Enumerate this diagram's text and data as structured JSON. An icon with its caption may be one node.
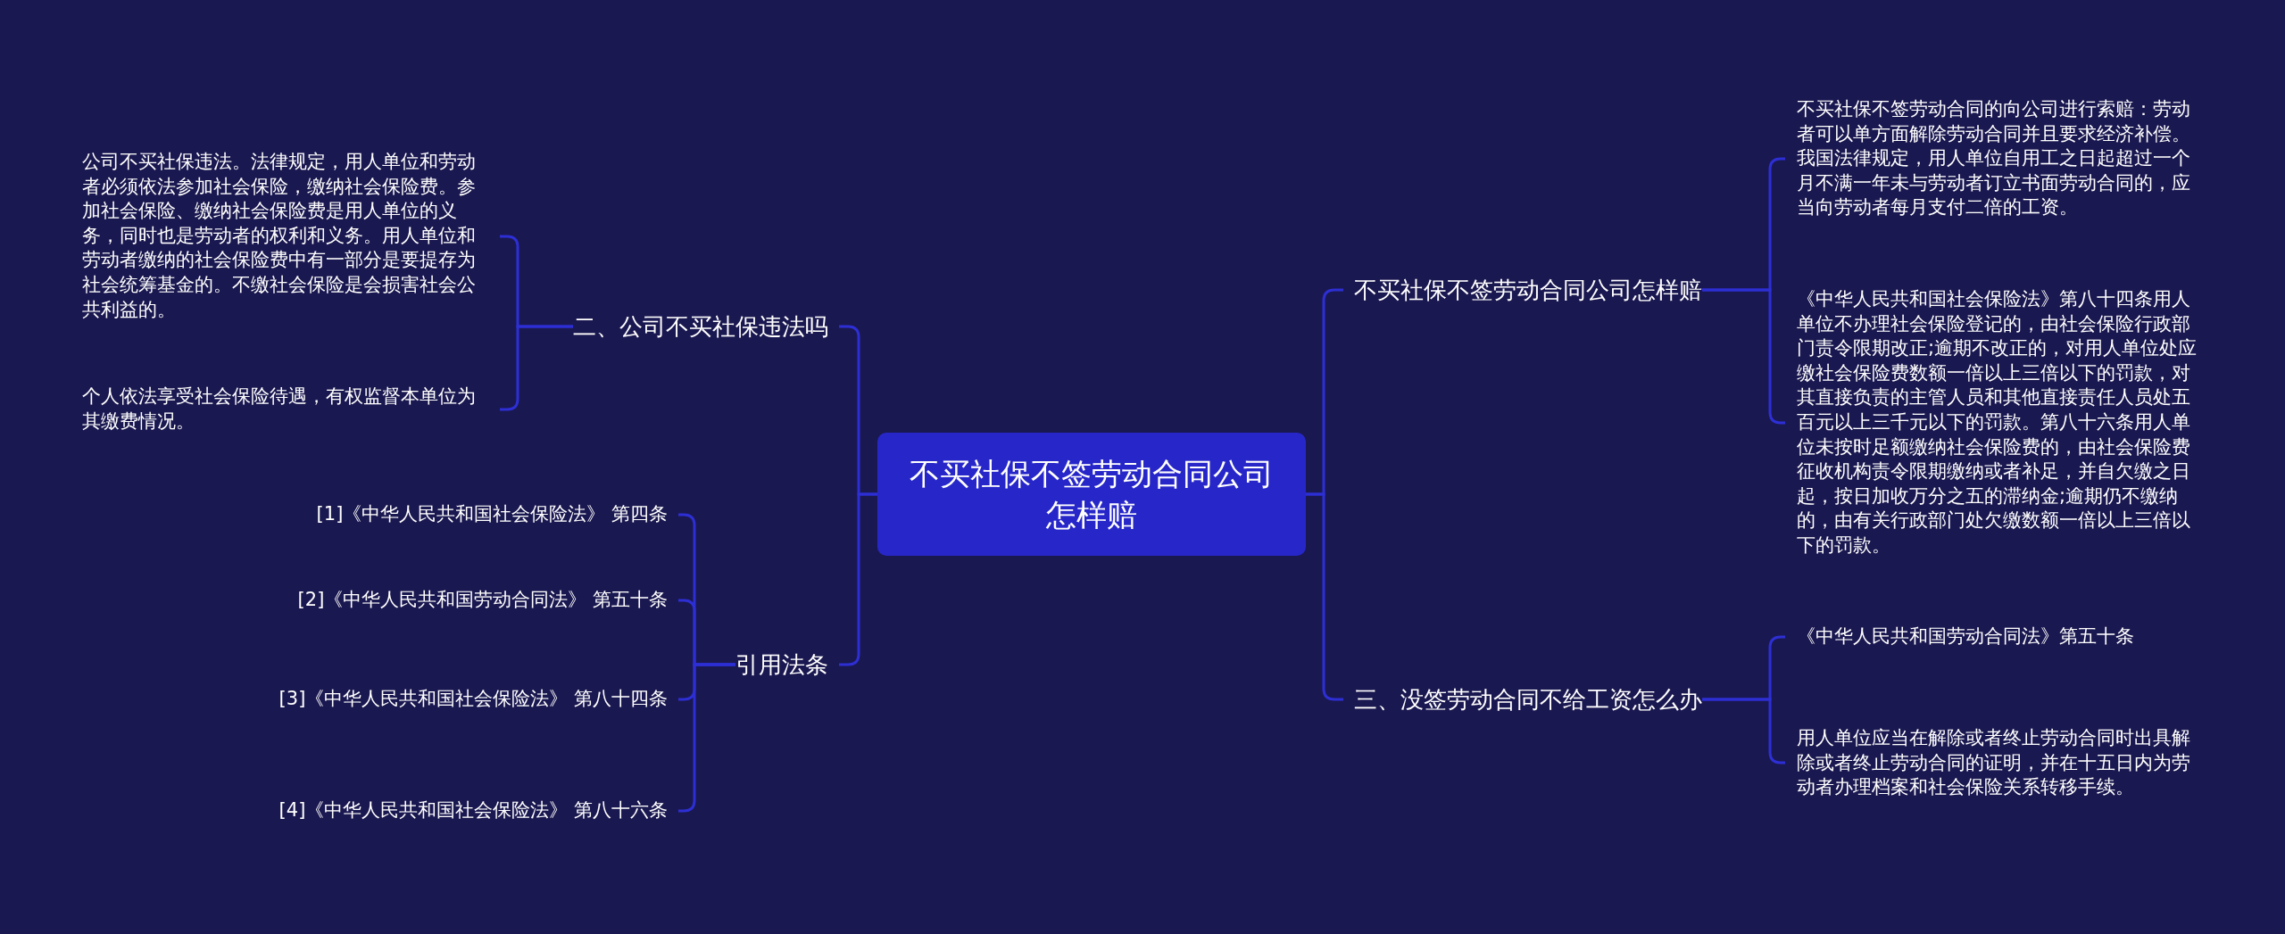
{
  "diagram": {
    "nodes": [
      {
        "text": [
          "不买社保不签劳动合同公司怎样赔"
        ]
      },
      {
        "text": [
          "不买社保不签劳动合同公司怎样赔"
        ]
      },
      {
        "text": [
          "三、没签劳动合同不给工资怎么办"
        ]
      },
      {
        "text": [
          "二、公司不买社保违法吗"
        ]
      },
      {
        "text": [
          "引用法条"
        ]
      },
      {
        "text": [
          "不买社保不签劳动合同的向公司进行索赔：劳动者可以单方面解除劳动合同并且要求经济补偿。我国法律规定，用人单位自用工之日起超过一个月不满一年未与劳动者订立书面劳动合同的，应当向劳动者每月支付二倍的工资。"
        ]
      },
      {
        "text": [
          "《中华人民共和国社会保险法》第八十四条用人单位不办理社会保险登记的，由社会保险行政部门责令限期改正;逾期不改正的，对用人单位处应缴社会保险费数额一倍以上三倍以下的罚款，对其直接负责的主管人员和其他直接责任人员处五百元以上三千元以下的罚款。第八十六条用人单位未按时足额缴纳社会保险费的，由社会保险费征收机构责令限期缴纳或者补足，并自欠缴之日起，按日加收万分之五的滞纳金;逾期仍不缴纳的，由有关行政部门处欠缴数额一倍以上三倍以下的罚款。"
        ]
      },
      {
        "text": [
          "《中华人民共和国劳动合同法》第五十条"
        ]
      },
      {
        "text": [
          "用人单位应当在解除或者终止劳动合同时出具解除或者终止劳动合同的证明，并在十五日内为劳动者办理档案和社会保险关系转移手续。"
        ]
      },
      {
        "text": [
          "公司不买社保违法。法律规定，用人单位和劳动者必须依法参加社会保险，缴纳社会保险费。参加社会保险、缴纳社会保险费是用人单位的义务，同时也是劳动者的权利和义务。用人单位和劳动者缴纳的社会保险费中有一部分是要提存为社会统筹基金的。不缴社会保险是会损害社会公共利益的。"
        ]
      },
      {
        "text": [
          "个人依法享受社会保险待遇，有权监督本单位为其缴费情况。"
        ]
      },
      {
        "text": [
          "[1]《中华人民共和国社会保险法》 第四条"
        ]
      },
      {
        "text": [
          "[2]《中华人民共和国劳动合同法》 第五十条"
        ]
      },
      {
        "text": [
          "[3]《中华人民共和国社会保险法》 第八十四条"
        ]
      },
      {
        "text": [
          "[4]《中华人民共和国社会保险法》 第八十六条"
        ]
      }
    ],
    "edges": [
      {
        "from": 0,
        "to": 1,
        "arrow": "none"
      },
      {
        "from": 0,
        "to": 2,
        "arrow": "none"
      },
      {
        "from": 0,
        "to": 3,
        "arrow": "none"
      },
      {
        "from": 0,
        "to": 4,
        "arrow": "none"
      },
      {
        "from": 1,
        "to": 5,
        "arrow": "none"
      },
      {
        "from": 1,
        "to": 6,
        "arrow": "none"
      },
      {
        "from": 2,
        "to": 7,
        "arrow": "none"
      },
      {
        "from": 2,
        "to": 8,
        "arrow": "none"
      },
      {
        "from": 3,
        "to": 9,
        "arrow": "none"
      },
      {
        "from": 3,
        "to": 10,
        "arrow": "none"
      },
      {
        "from": 4,
        "to": 11,
        "arrow": "none"
      },
      {
        "from": 4,
        "to": 12,
        "arrow": "none"
      },
      {
        "from": 4,
        "to": 13,
        "arrow": "none"
      },
      {
        "from": 4,
        "to": 14,
        "arrow": "none"
      }
    ]
  }
}
